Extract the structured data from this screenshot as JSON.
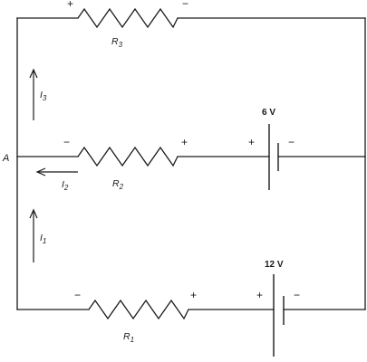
{
  "diagram": {
    "node_label": "A",
    "resistors": {
      "r3": {
        "letter": "R",
        "sub": "3",
        "left_sign": "+",
        "right_sign": "−"
      },
      "r2": {
        "letter": "R",
        "sub": "2",
        "left_sign": "−",
        "right_sign": "+"
      },
      "r1": {
        "letter": "R",
        "sub": "1",
        "left_sign": "−",
        "right_sign": "+"
      }
    },
    "batteries": {
      "b6": {
        "voltage": "6 V",
        "left_sign": "+",
        "right_sign": "−"
      },
      "b12": {
        "voltage": "12 V",
        "left_sign": "+",
        "right_sign": "−"
      }
    },
    "currents": {
      "i3": {
        "letter": "I",
        "sub": "3"
      },
      "i2": {
        "letter": "I",
        "sub": "2"
      },
      "i1": {
        "letter": "I",
        "sub": "1"
      }
    }
  }
}
